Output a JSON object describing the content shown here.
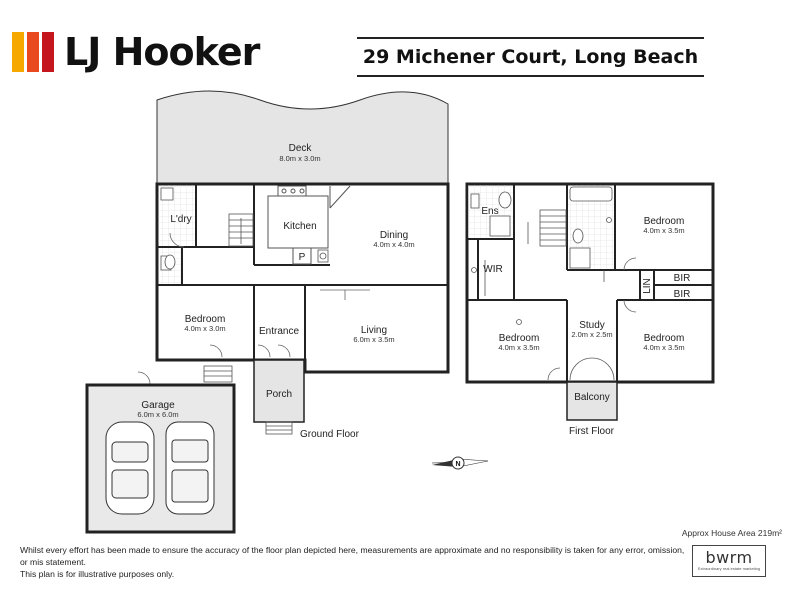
{
  "brand": {
    "name": "LJ Hooker",
    "colors": [
      "#f6a800",
      "#e8491e",
      "#c4161c"
    ]
  },
  "property": {
    "address": "29 Michener Court, Long Beach"
  },
  "ground_floor": {
    "label": "Ground Floor",
    "rooms": {
      "deck": {
        "name": "Deck",
        "dims": "8.0m x 3.0m"
      },
      "laundry": {
        "name": "L'dry"
      },
      "kitchen": {
        "name": "Kitchen"
      },
      "pantry": {
        "name": "P"
      },
      "dining": {
        "name": "Dining",
        "dims": "4.0m x 4.0m"
      },
      "bedroom": {
        "name": "Bedroom",
        "dims": "4.0m x 3.0m"
      },
      "entrance": {
        "name": "Entrance"
      },
      "living": {
        "name": "Living",
        "dims": "6.0m x 3.5m"
      },
      "porch": {
        "name": "Porch"
      },
      "garage": {
        "name": "Garage",
        "dims": "6.0m x 6.0m"
      }
    }
  },
  "first_floor": {
    "label": "First Floor",
    "rooms": {
      "ensuite": {
        "name": "Ens"
      },
      "wir": {
        "name": "WIR"
      },
      "bedroom_1": {
        "name": "Bedroom",
        "dims": "4.0m x 3.5m"
      },
      "linen": {
        "name": "LIN"
      },
      "bir_1": {
        "name": "BIR"
      },
      "bir_2": {
        "name": "BIR"
      },
      "bedroom_2": {
        "name": "Bedroom",
        "dims": "4.0m x 3.5m"
      },
      "study": {
        "name": "Study",
        "dims": "2.0m x 2.5m"
      },
      "bedroom_3": {
        "name": "Bedroom",
        "dims": "4.0m x 3.5m"
      },
      "balcony": {
        "name": "Balcony"
      }
    }
  },
  "compass": {
    "label": "N",
    "icon": "compass-icon"
  },
  "footer": {
    "area": "Approx House Area 219m²",
    "disclaimer_line1": "Whilst every effort has been made to ensure the accuracy of the floor plan depicted here, measurements are approximate and no responsibility is taken for any error, omission, or mis statement.",
    "disclaimer_line2": "This plan is for illustrative purposes only.",
    "credit": "bwrm",
    "credit_tagline": "Extraordinary real estate marketing"
  }
}
